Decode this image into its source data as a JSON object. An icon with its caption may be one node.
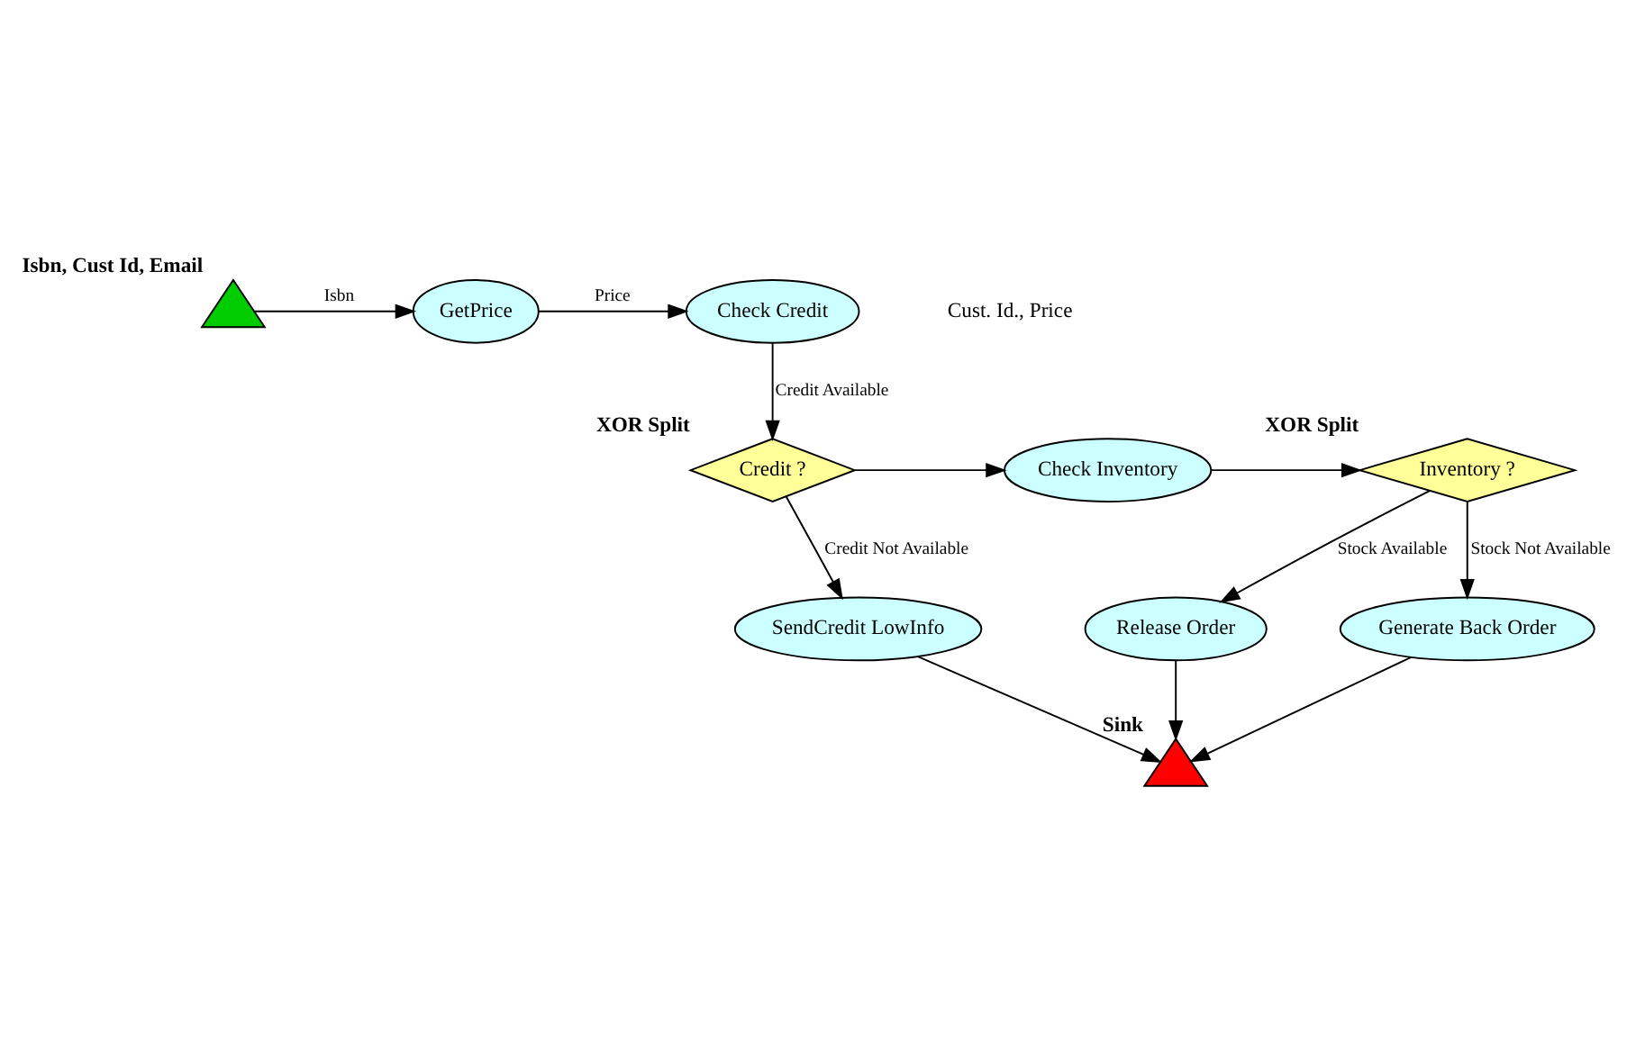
{
  "diagram": {
    "nodes": [
      {
        "text": [
          "Isbn, Cust Id, Email"
        ]
      },
      {
        "text": [
          "GetPrice"
        ]
      },
      {
        "text": [
          "Check Credit"
        ]
      },
      {
        "text": [
          "Credit ?"
        ],
        "beside": [
          "XOR Split"
        ]
      },
      {
        "text": [
          "Check Inventory"
        ]
      },
      {
        "text": [
          "Inventory ?"
        ],
        "beside": [
          "XOR Split"
        ]
      },
      {
        "text": [
          "Release Order"
        ]
      },
      {
        "text": [
          "Generate Back Order"
        ]
      },
      {
        "text": [
          "SendCredit LowInfo"
        ]
      },
      {
        "text": [],
        "shape": "triangle",
        "beside": [
          "Sink"
        ]
      }
    ],
    "edges": [
      {
        "from": 0,
        "to": 1,
        "arrow": "to",
        "label": "Isbn"
      },
      {
        "from": 1,
        "to": 2,
        "arrow": "to",
        "label": "Price"
      },
      {
        "from": 2,
        "to": 3,
        "arrow": "to",
        "label": "Credit Available"
      },
      {
        "from": 3,
        "to": 4,
        "arrow": "to"
      },
      {
        "from": 4,
        "to": 5,
        "arrow": "to"
      },
      {
        "from": 5,
        "to": 6,
        "arrow": "to",
        "label": "Stock Available"
      },
      {
        "from": 5,
        "to": 7,
        "arrow": "to",
        "label": "Stock Not Available"
      },
      {
        "from": 3,
        "to": 8,
        "arrow": "to",
        "label": "Credit Not Available"
      },
      {
        "from": 6,
        "to": 9,
        "arrow": "to"
      },
      {
        "from": 7,
        "to": 9,
        "arrow": "to"
      },
      {
        "from": 8,
        "to": 9,
        "arrow": "to"
      }
    ],
    "labels": [
      "Cust. Id., Price"
    ]
  }
}
